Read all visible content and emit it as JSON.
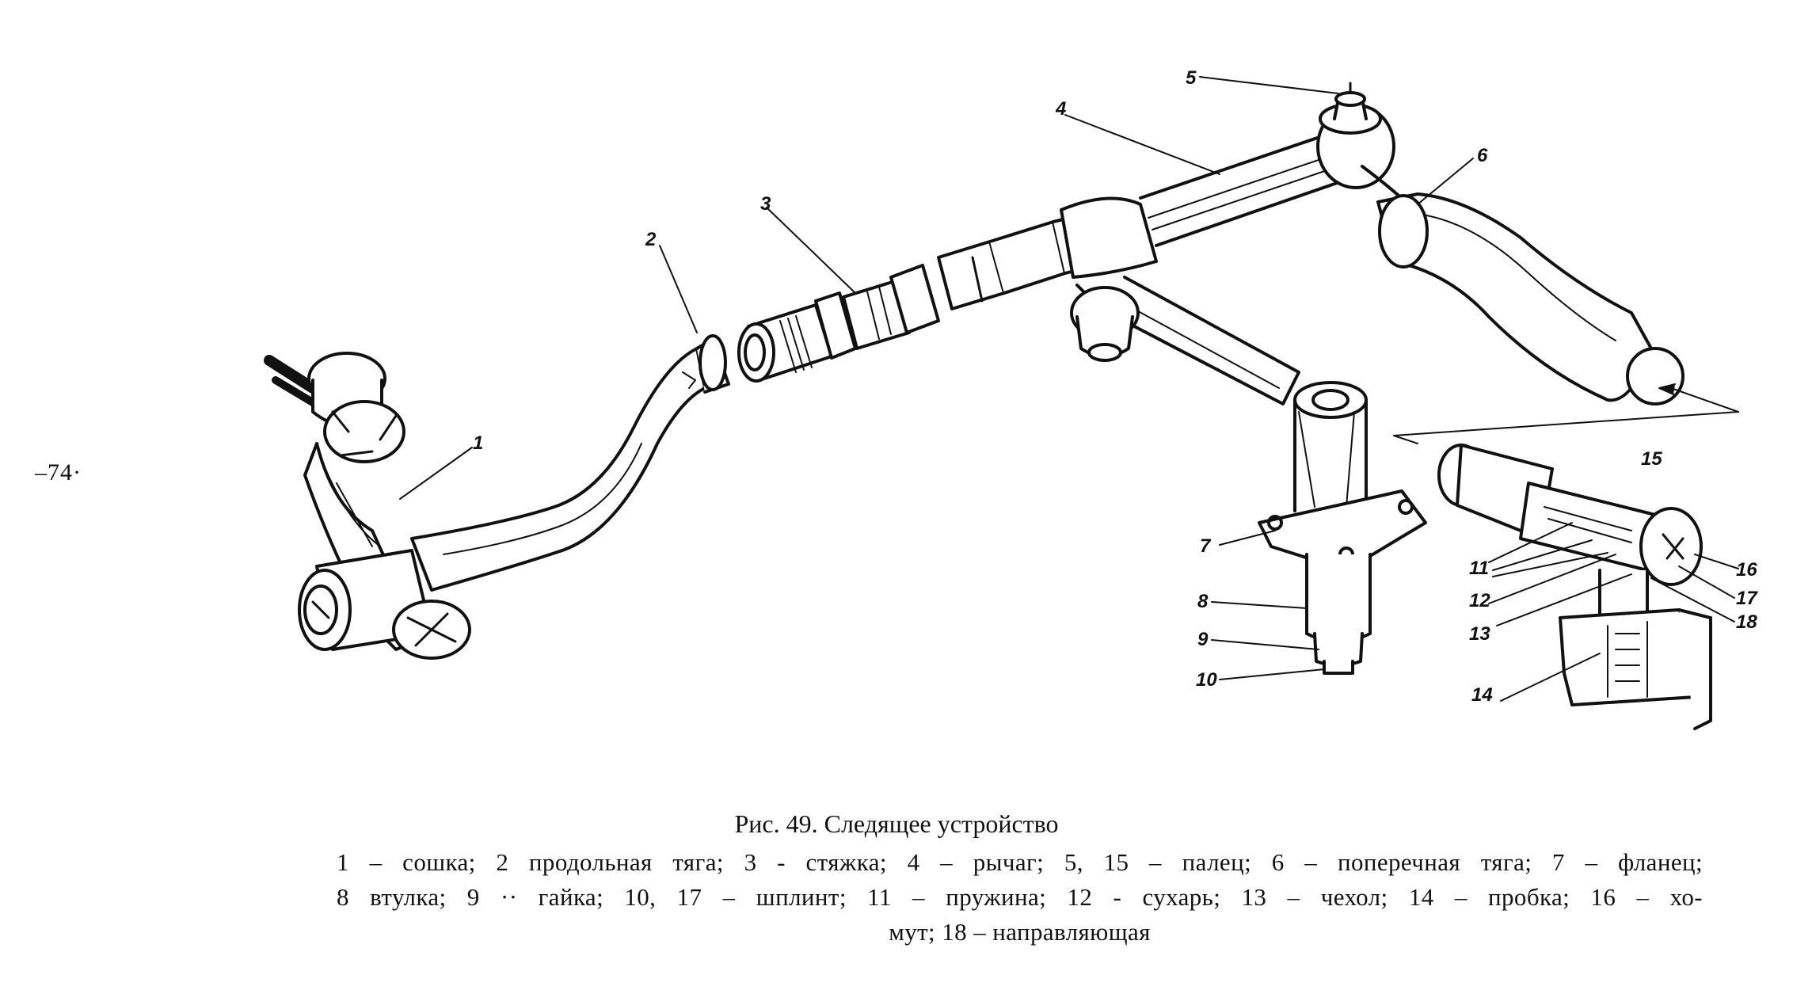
{
  "page_number": "–74·",
  "figure": {
    "caption": "Рис. 49. Следящее устройство",
    "legend_lines": [
      "1 – сошка; 2   продольная тяга; 3 -  стяжка; 4 – рычаг; 5, 15 – палец; 6 – поперечная тяга; 7 – фланец;",
      "8    втулка; 9 ·· гайка; 10, 17 – шплинт; 11 – пружина; 12  - сухарь; 13 – чехол; 14 – пробка; 16 – хо-",
      "мут; 18 – направляющая"
    ]
  },
  "part_labels": [
    "1",
    "2",
    "3",
    "4",
    "5",
    "6",
    "7",
    "8",
    "9",
    "10",
    "11",
    "12",
    "13",
    "14",
    "15",
    "16",
    "17",
    "18"
  ]
}
